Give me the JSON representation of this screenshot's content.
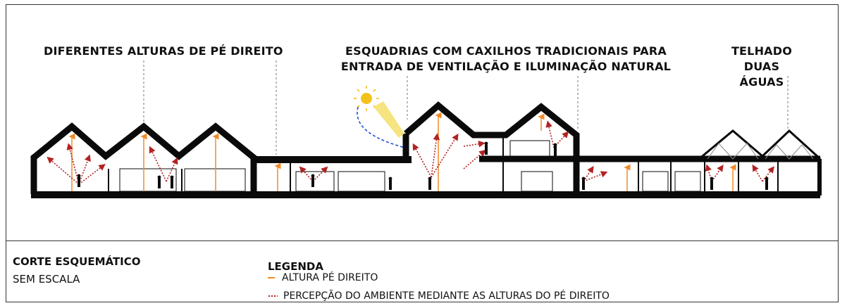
{
  "headings": {
    "alturas": "DIFERENTES ALTURAS DE PÉ DIREITO",
    "esquadrias_line1": "ESQUADRIAS COM CAXILHOS TRADICIONAIS PARA",
    "esquadrias_line2": "ENTRADA DE VENTILAÇÃO E ILUMINAÇÃO NATURAL",
    "telhado": "TELHADO DUAS ÁGUAS"
  },
  "caption": {
    "title": "CORTE ESQUEMÁTICO",
    "scale": "SEM ESCALA"
  },
  "legend": {
    "title": "LEGENDA",
    "items": [
      {
        "label": "ALTURA PÉ DIREITO",
        "color": "#f08a28",
        "style": "solid"
      },
      {
        "label": "PERCEPÇÃO DO AMBIENTE MEDIANTE AS ALTURAS DO PÉ DIREITO",
        "color": "#b22222",
        "style": "dotted"
      }
    ]
  },
  "colors": {
    "wall": "#0a0a0a",
    "ceiling_height": "#f08a28",
    "perception": "#b22222",
    "sun": "#f2c21b",
    "sun_path": "#1f4fd6"
  }
}
